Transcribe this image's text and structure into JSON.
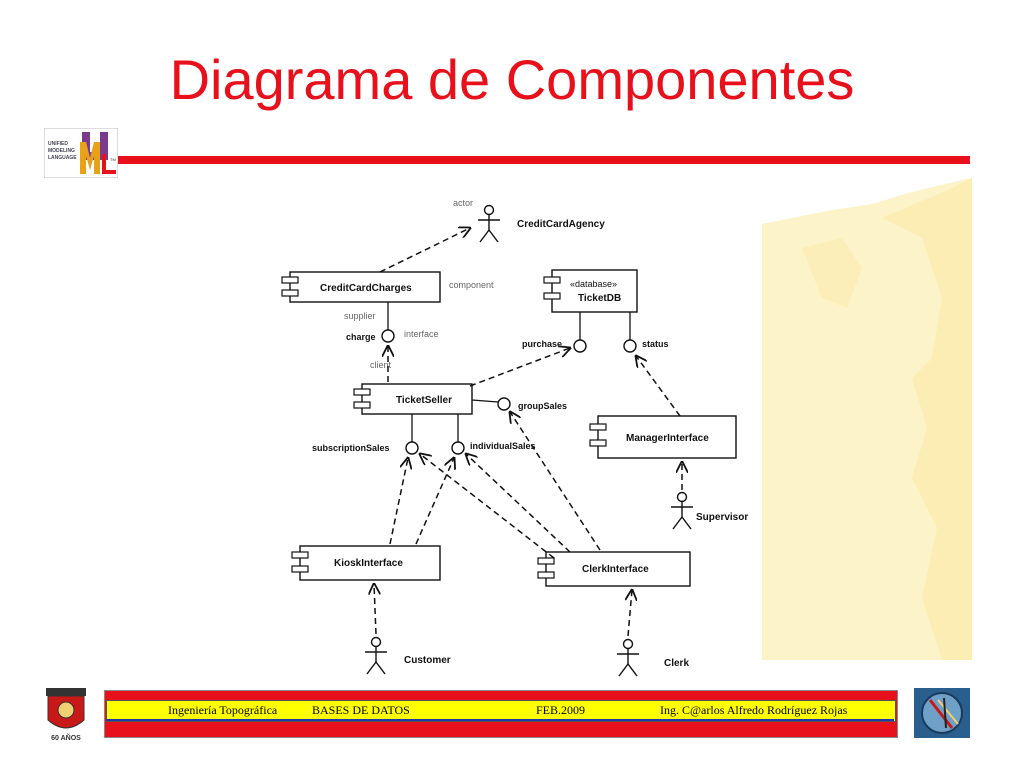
{
  "slide": {
    "title": "Diagrama de Componentes"
  },
  "logo": {
    "uml_text_lines": [
      "UNIFIED",
      "MODELING",
      "LANGUAGE"
    ],
    "tm": "TM"
  },
  "diagram": {
    "labels": {
      "actor": "actor",
      "component": "component",
      "supplier": "supplier",
      "interface": "interface",
      "client": "client"
    },
    "actors": {
      "credit_card_agency": "CreditCardAgency",
      "supervisor": "Supervisor",
      "customer": "Customer",
      "clerk": "Clerk"
    },
    "components": {
      "credit_card_charges": "CreditCardCharges",
      "ticket_db_stereotype": "«database»",
      "ticket_db": "TicketDB",
      "ticket_seller": "TicketSeller",
      "manager_interface": "ManagerInterface",
      "kiosk_interface": "KioskInterface",
      "clerk_interface": "ClerkInterface"
    },
    "interfaces": {
      "charge": "charge",
      "purchase": "purchase",
      "status": "status",
      "group_sales": "groupSales",
      "subscription_sales": "subscriptionSales",
      "individual_sales": "individualSales"
    }
  },
  "footer": {
    "course": "Ingeniería Topográfica",
    "subject": "BASES DE DATOS",
    "date": "FEB.2009",
    "author": "Ing. C@arlos Alfredo Rodríguez Rojas"
  },
  "crest_left": {
    "caption": "60 AÑOS"
  },
  "colors": {
    "accent_red": "#e8101a",
    "footer_yellow": "#ffff00",
    "deco_beige": "#fdf3c9"
  }
}
